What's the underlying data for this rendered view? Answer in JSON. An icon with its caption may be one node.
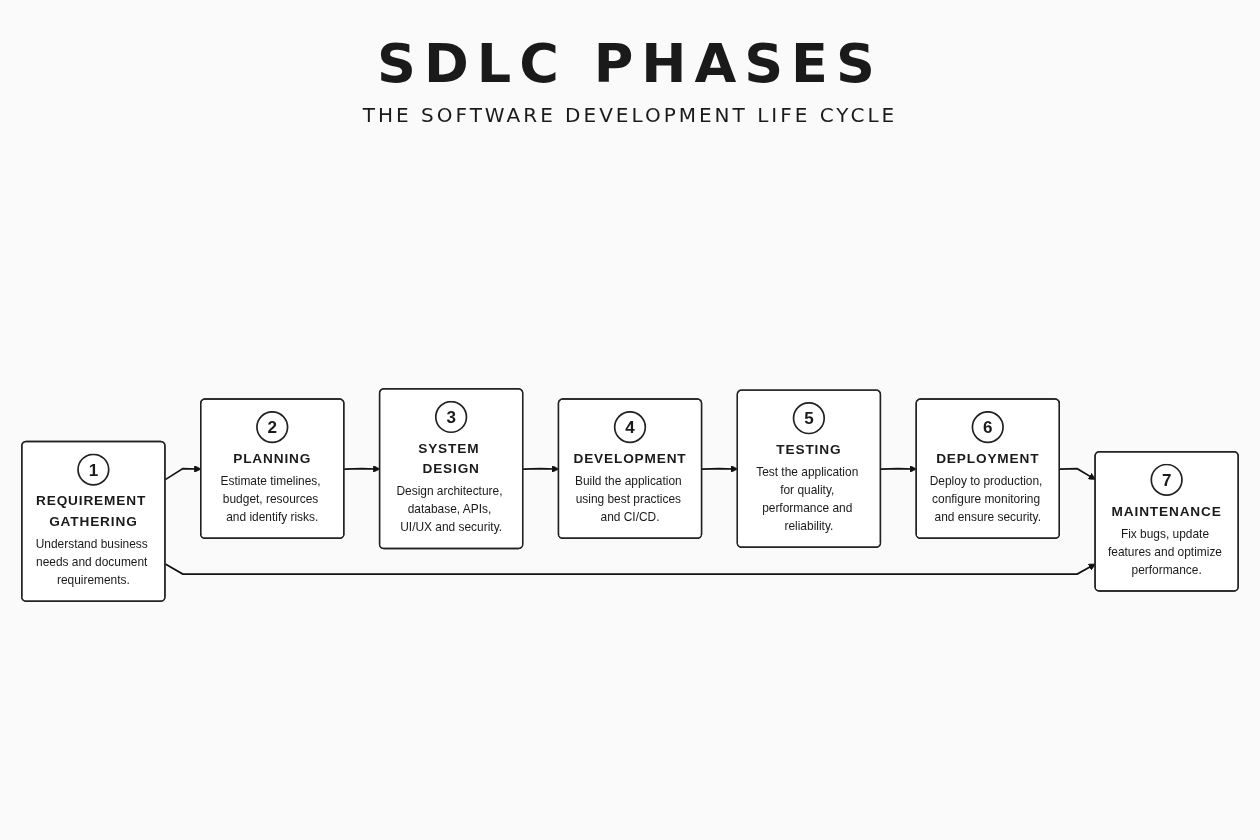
{
  "diagram": {
    "title": "SDLC PHASES",
    "nodes": [
      {
        "text": [
          "1",
          "REQUIREMENT GATHERING",
          "Understand business needs and document requirements."
        ]
      },
      {
        "text": [
          "2",
          "PLANNING",
          "Estimate timelines, budget, resources and identify risks."
        ]
      },
      {
        "text": [
          "3",
          "SYSTEM DESIGN",
          "Design architecture, database, APIs, UI/UX and security."
        ]
      },
      {
        "text": [
          "4",
          "DEVELOPMENT",
          "Build the application using best practices and CI/CD."
        ]
      },
      {
        "text": [
          "5",
          "TESTING",
          "Test the application for quality, performance and reliability."
        ]
      },
      {
        "text": [
          "6",
          "DEPLOYMENT",
          "Deploy to production, configure monitoring and ensure security."
        ]
      },
      {
        "text": [
          "7",
          "MAINTENANCE",
          "Fix bugs, update features and optimize performance."
        ]
      }
    ],
    "edges": [
      {
        "from": 0,
        "to": 1,
        "arrow": "to"
      },
      {
        "from": 1,
        "to": 2,
        "arrow": "to"
      },
      {
        "from": 2,
        "to": 3,
        "arrow": "to"
      },
      {
        "from": 3,
        "to": 4,
        "arrow": "to"
      },
      {
        "from": 4,
        "to": 5,
        "arrow": "to"
      },
      {
        "from": 5,
        "to": 6,
        "arrow": "to"
      },
      {
        "from": 0,
        "to": 6,
        "arrow": "to"
      }
    ],
    "labels": [
      "THE SOFTWARE DEVELOPMENT LIFE CYCLE"
    ]
  }
}
